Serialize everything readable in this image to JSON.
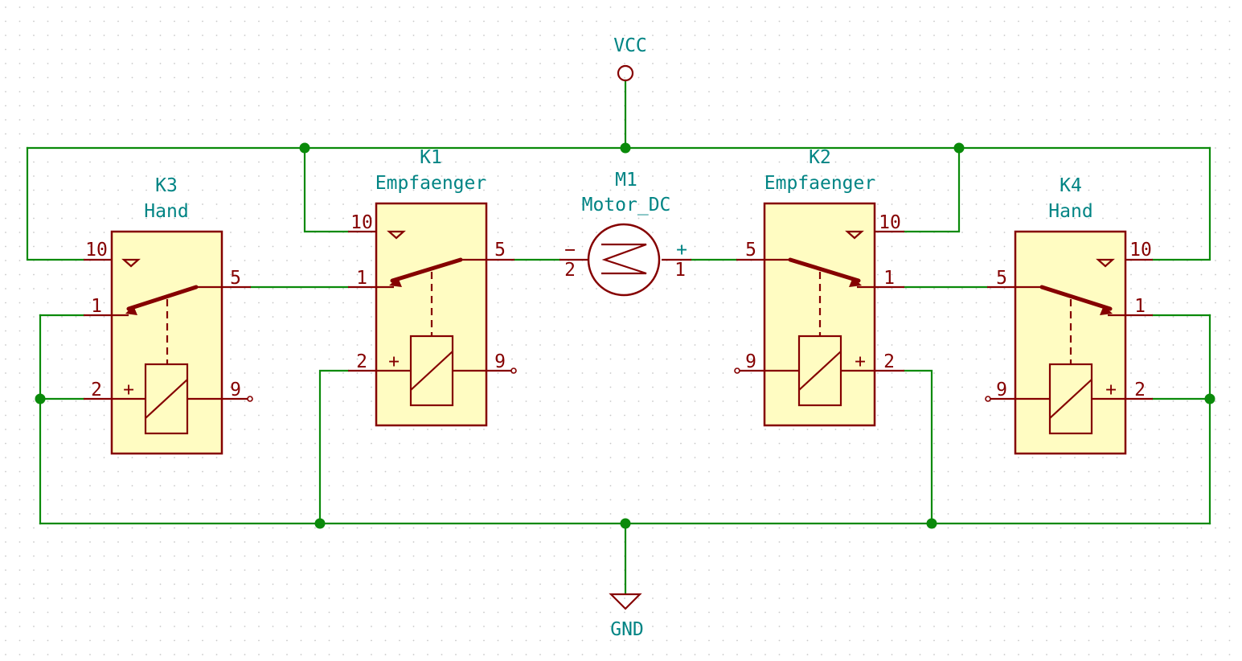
{
  "colors": {
    "background": "#ffffff",
    "wire": "#0a8a0a",
    "symbol": "#850000",
    "symbol_fill": "#fffcc2",
    "label": "#008484",
    "grid_dot": "#c8c8c8"
  },
  "power": {
    "vcc": "VCC",
    "gnd": "GND"
  },
  "motor": {
    "ref": "M1",
    "value": "Motor_DC",
    "pin_left": "2",
    "pin_right": "1",
    "minus": "−",
    "plus": "+"
  },
  "relays": {
    "k1": {
      "ref": "K1",
      "value": "Empfaenger",
      "p10": "10",
      "p1": "1",
      "p5": "5",
      "p2": "2",
      "p9": "9",
      "plus": "+"
    },
    "k2": {
      "ref": "K2",
      "value": "Empfaenger",
      "p10": "10",
      "p1": "1",
      "p5": "5",
      "p2": "2",
      "p9": "9",
      "plus": "+"
    },
    "k3": {
      "ref": "K3",
      "value": "Hand",
      "p10": "10",
      "p1": "1",
      "p5": "5",
      "p2": "2",
      "p9": "9",
      "plus": "+"
    },
    "k4": {
      "ref": "K4",
      "value": "Hand",
      "p10": "10",
      "p1": "1",
      "p5": "5",
      "p2": "2",
      "p9": "9",
      "plus": "+"
    }
  }
}
